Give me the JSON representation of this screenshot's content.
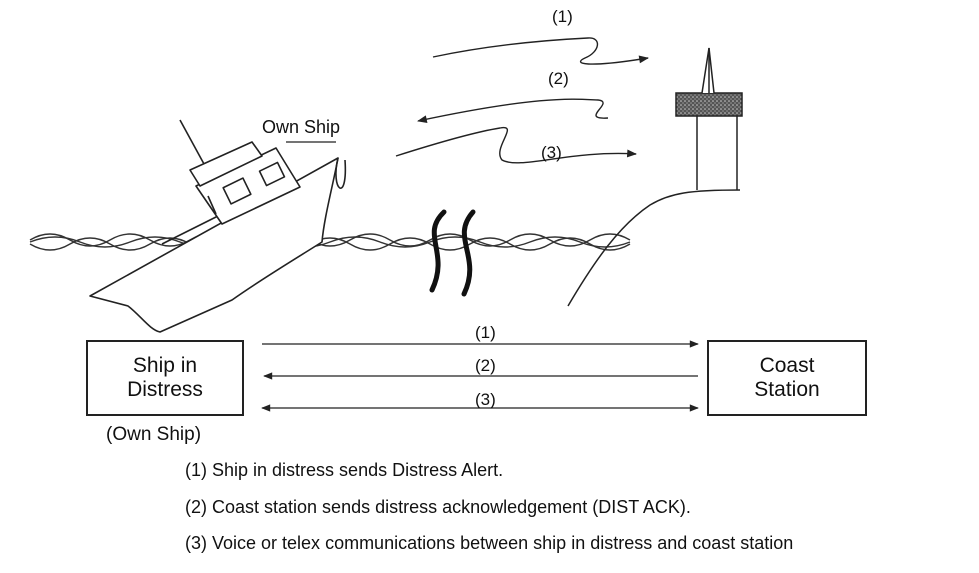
{
  "scene": {
    "own_ship_label": "Own Ship",
    "wave_labels": [
      "(1)",
      "(2)",
      "(3)"
    ]
  },
  "boxes": {
    "ship": {
      "line1": "Ship in",
      "line2": "Distress",
      "sub": "(Own Ship)"
    },
    "coast": {
      "line1": "Coast",
      "line2": "Station"
    }
  },
  "links": [
    {
      "label": "(1)",
      "direction": "to-coast"
    },
    {
      "label": "(2)",
      "direction": "to-ship"
    },
    {
      "label": "(3)",
      "direction": "both"
    }
  ],
  "legend": [
    "(1) Ship in distress sends Distress Alert.",
    "(2) Coast station sends distress acknowledgement (DIST ACK).",
    "(3) Voice or telex communications between ship in distress and coast station"
  ]
}
